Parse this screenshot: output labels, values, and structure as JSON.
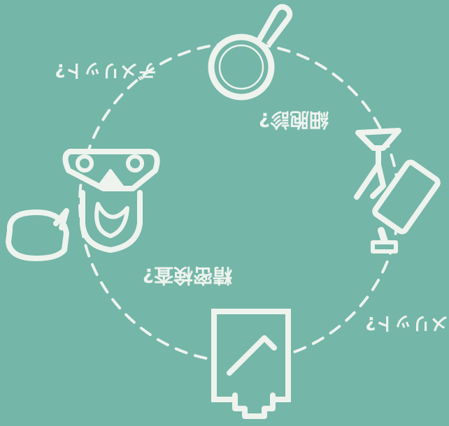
{
  "diagram": {
    "labels": {
      "top_left": "デメリット?",
      "upper_center": "細胞診?",
      "lower_center": "精密検査?",
      "bottom_right": "メリット?"
    },
    "icons": [
      "magnifying-glass-icon",
      "microscope-icon",
      "document-icon",
      "person-speech-icon"
    ],
    "colors": {
      "background": "#74b6a8",
      "line": "#eef3ee"
    },
    "orientation": "upside-down"
  }
}
